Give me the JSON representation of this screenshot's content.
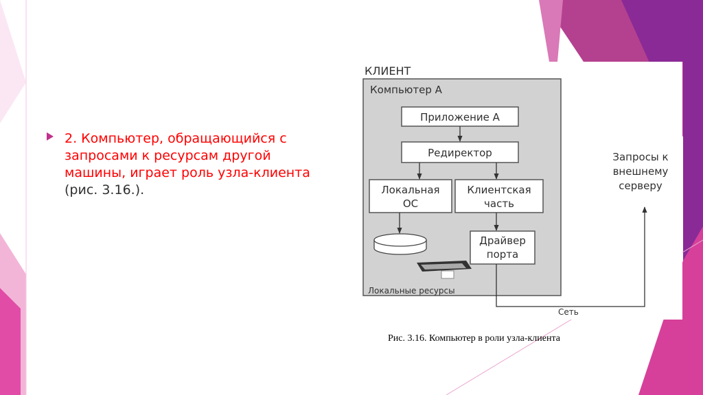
{
  "bullet": {
    "red_text": "2.  Компьютер, обращающийся с запросами к ресурсам другой машины, играет роль узла-клиента",
    "ref_text": " (рис. 3.16.)."
  },
  "diagram": {
    "client_title": "КЛИЕНТ",
    "computer_label": "Компьютер А",
    "application": "Приложение А",
    "redirector": "Редиректор",
    "local_os": [
      "Локальная",
      "ОС"
    ],
    "client_part": [
      "Клиентская",
      "часть"
    ],
    "port_driver": [
      "Драйвер",
      "порта"
    ],
    "local_resources": "Локальные ресурсы",
    "requests": [
      "Запросы к",
      "внешнему",
      "серверу"
    ],
    "network": "Сеть"
  },
  "caption": "Рис. 3.16. Компьютер в роли узла-клиента",
  "colors": {
    "accent_magenta": "#c0318c",
    "accent_purple": "#8a2a96",
    "text_red": "#ff0000",
    "box_gray": "#d2d2d2"
  }
}
